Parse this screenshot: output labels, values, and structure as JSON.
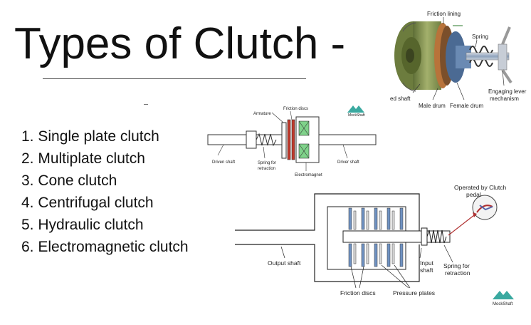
{
  "title": "Types of Clutch -",
  "clutch_types": [
    "1. Single plate clutch",
    "2. Multiplate clutch",
    "3. Cone clutch",
    "4. Centrifugal clutch",
    "5. Hydraulic clutch",
    "6. Electromagnetic clutch"
  ],
  "cone_diagram": {
    "friction_lining": "Friction lining",
    "spring": "Spring",
    "driven_shaft": "ed shaft",
    "male_drum": "Male drum",
    "female_drum": "Female drum",
    "engaging_lever_1": "Engaging lever",
    "engaging_lever_2": "mechanism"
  },
  "electromagnetic_diagram": {
    "friction_discs": "Friction discs",
    "armature": "Armature",
    "driven_shaft": "Driven shaft",
    "spring_1": "Spring for",
    "spring_2": "retraction",
    "electromagnet": "Electromagnet",
    "driver_shaft": "Driver shaft",
    "watermark": "MockShaft"
  },
  "multiplate_diagram": {
    "operated_1": "Operated by Clutch",
    "operated_2": "pedal",
    "output_shaft": "Output shaft",
    "input_1": "Input",
    "input_2": "shaft",
    "spring_1": "Spring for",
    "spring_2": "retraction",
    "friction_discs": "Friction discs",
    "pressure_plates": "Pressure plates",
    "watermark": "MockShaft"
  },
  "colors": {
    "drum_green": "#8a9a5a",
    "friction_copper": "#b8733a",
    "steel_blue": "#5f86b5",
    "coil_green": "#7fd28a",
    "watermark_teal": "#3aa9a0"
  }
}
